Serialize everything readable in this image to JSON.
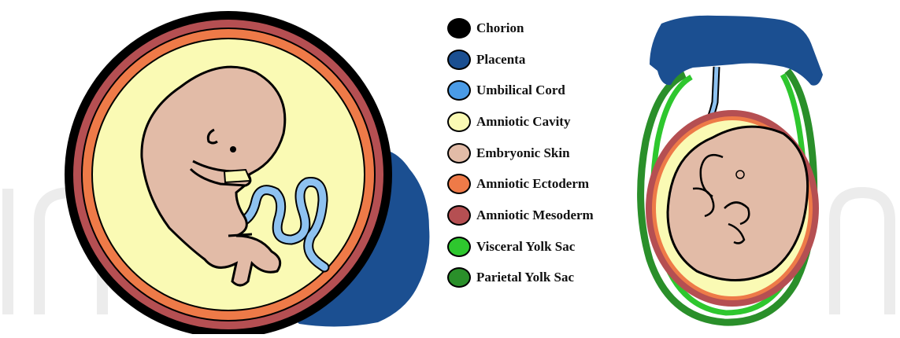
{
  "legend": {
    "items": [
      {
        "label": "Chorion",
        "color": "#000000"
      },
      {
        "label": "Placenta",
        "color": "#1b4f91"
      },
      {
        "label": "Umbilical Cord",
        "color": "#4a9be6"
      },
      {
        "label": "Amniotic Cavity",
        "color": "#fafab4"
      },
      {
        "label": "Embryonic Skin",
        "color": "#e2bba7"
      },
      {
        "label": "Amniotic Ectoderm",
        "color": "#ee7a48"
      },
      {
        "label": "Amniotic Mesoderm",
        "color": "#b54f52"
      },
      {
        "label": "Visceral Yolk Sac",
        "color": "#2ec72e"
      },
      {
        "label": "Parietal Yolk Sac",
        "color": "#2a8f2a"
      }
    ]
  },
  "colors": {
    "chorion": "#000000",
    "placenta": "#1b4f91",
    "umbilical_cord": "#8ec2f0",
    "amniotic_cavity": "#fafab4",
    "embryonic_skin": "#e2bba7",
    "amniotic_ectoderm": "#ee7a48",
    "amniotic_mesoderm": "#b54f52",
    "visceral_yolk_sac": "#2ec72e",
    "parietal_yolk_sac": "#2a8f2a",
    "watermark": "#eeeeee"
  }
}
